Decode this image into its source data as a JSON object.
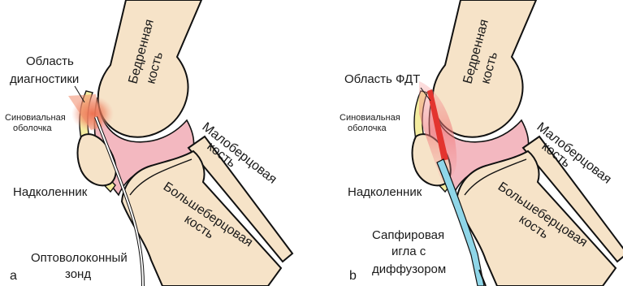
{
  "panels": [
    {
      "letter": "a",
      "labels": {
        "region_line1": "Область",
        "region_line2": "диагностики",
        "synovial_line1": "Синовиальная",
        "synovial_line2": "оболочка",
        "patella": "Надколенник",
        "femur_line1": "Бедренная",
        "femur_line2": "кость",
        "fibula_line1": "Малоберцовая",
        "fibula_line2": "кость",
        "tibia_line1": "Большеберцовая",
        "tibia_line2": "кость",
        "probe_line1": "Оптоволоконный",
        "probe_line2": "зонд"
      }
    },
    {
      "letter": "b",
      "labels": {
        "region_line1": "Область ФДТ",
        "synovial_line1": "Синовиальная",
        "synovial_line2": "оболочка",
        "patella": "Надколенник",
        "femur_line1": "Бедренная",
        "femur_line2": "кость",
        "fibula_line1": "Малоберцовая",
        "fibula_line2": "кость",
        "tibia_line1": "Большеберцовая",
        "tibia_line2": "кость",
        "needle_line1": "Сапфировая",
        "needle_line2": "игла с",
        "needle_line3": "диффузором"
      }
    }
  ],
  "colors": {
    "bone": "#f6e3c8",
    "bone_outline": "#111111",
    "cartilage": "#f3b8c0",
    "synovial": "#f4eca0",
    "diagnostic_zone": "#f08a6a",
    "pdt_zone": "#e3342f",
    "needle": "#8fd6e8"
  }
}
